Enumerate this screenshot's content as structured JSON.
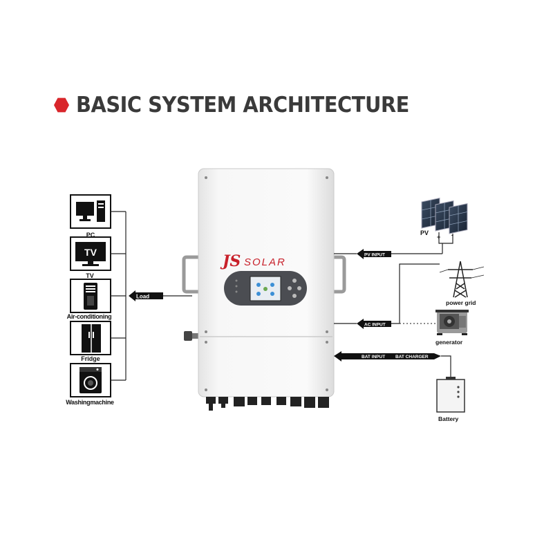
{
  "title": "BASIC SYSTEM ARCHITECTURE",
  "brand": {
    "prefix": "JS",
    "suffix": "SOLAR",
    "color": "#c8202a"
  },
  "accent_color": "#d9262b",
  "loads": [
    {
      "label": "PC",
      "icon": "pc-icon"
    },
    {
      "label": "TV",
      "icon": "tv-icon"
    },
    {
      "label": "Air-conditioning",
      "icon": "air-conditioner-icon"
    },
    {
      "label": "Fridge",
      "icon": "fridge-icon"
    },
    {
      "label": "Washingmachine",
      "icon": "washing-machine-icon"
    }
  ],
  "tv_screen_text": "TV",
  "connections": {
    "load": "Load",
    "pv_input": "PV INPUT",
    "ac_input": "AC INPUT",
    "bat_input": "BAT INPUT",
    "bat_charger": "BAT CHARGER"
  },
  "sources": {
    "pv": "PV",
    "pv_plus": "+",
    "pv_minus": "-",
    "grid": "power grid",
    "generator": "generator",
    "battery": "Battery"
  }
}
